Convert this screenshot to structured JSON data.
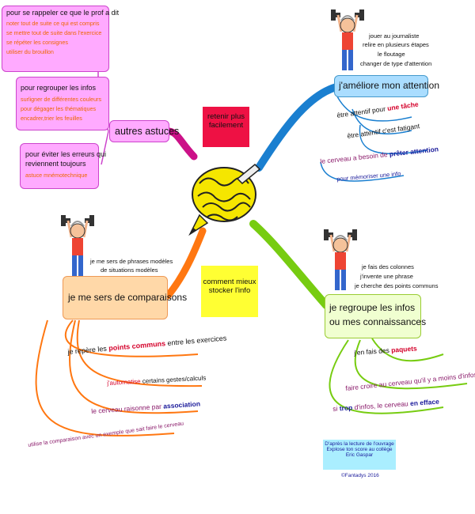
{
  "colors": {
    "pink_fill": "#ffaaff",
    "pink_border": "#cc44cc",
    "blue_fill": "#aaddff",
    "orange_fill": "#ffd8a8",
    "green_fill": "#f0ffd0",
    "center_red": "#ee1144",
    "center_yellow": "#ffff33",
    "branch_magenta": "#cc1188",
    "branch_blue": "#1a7fd0",
    "branch_orange": "#ff7711",
    "branch_green": "#77cc11"
  },
  "center": {
    "top_box": {
      "line1": "retenir plus",
      "line2": "facilement"
    },
    "bottom_box": {
      "line1": "comment mieux",
      "line2": "stocker l'info"
    },
    "icon": "brain-pencil-icon"
  },
  "astuces": {
    "title": "autres astuces",
    "box1": {
      "heading": "pour se rappeler ce que le prof a dit",
      "lines": [
        "noter tout de suite ce qui est compris",
        "se mettre tout de suite dans l'exercice",
        "se répéter les consignes",
        "utiliser du brouillon"
      ]
    },
    "box2": {
      "heading": "pour regrouper les infos",
      "lines": [
        "surligner de différentes couleurs",
        "pour dégager les thématiques",
        "encadrer,trier les feuilles"
      ]
    },
    "box3": {
      "heading1": "pour éviter les erreurs qui",
      "heading2": "reviennent toujours",
      "line": "astuce mnémotechnique"
    }
  },
  "attention": {
    "title": "j'améliore mon attention",
    "figure_icon": "weightlifter-icon",
    "tips": [
      "jouer au journaliste",
      "relire en plusieurs étapes",
      "le floutage",
      "changer de type d'attention"
    ],
    "b1_pre": "être attentif pour ",
    "b1_em": "une tâche",
    "b2": "être attentif c'est fatigant",
    "b3_pre": "le cerveau a besoin de ",
    "b3_em": "prêter attention",
    "b4": "pour mémoriser une info"
  },
  "comparaisons": {
    "title": "je me sers de comparaisons",
    "figure_icon": "weightlifter-icon",
    "tips": [
      "je me sers de phrases modèles",
      "de situations modèles"
    ],
    "b1_pre": "je repère les ",
    "b1_em": "points communs",
    "b1_post": " entre les exercices",
    "b2_em": "j'automatise",
    "b2_post": " certains gestes/calculs",
    "b3_pre": "le cerveau raisonne par ",
    "b3_em": "association",
    "b4": "utilise la comparaison avec un exemple que sait faire le cerveau"
  },
  "regroupe": {
    "title1": "je regroupe les infos",
    "title2": "ou mes connaissances",
    "figure_icon": "weightlifter-icon",
    "tips": [
      "je fais des colonnes",
      "j'invente une phrase",
      "je cherche des points communs"
    ],
    "b1_pre": "j'en fais des ",
    "b1_em": "paquets",
    "b2": "faire croire au cerveau qu'il y a moins d'infos",
    "b3_pre": "si ",
    "b3_em1": "trop",
    "b3_mid": " d'infos, le cerveau ",
    "b3_em2": "en efface"
  },
  "credit": {
    "lines": [
      "D'après la lecture de l'ouvrage",
      "Explose ton score au collège",
      "Eric Gaspar"
    ],
    "copyright": "©Fantadys 2016"
  }
}
